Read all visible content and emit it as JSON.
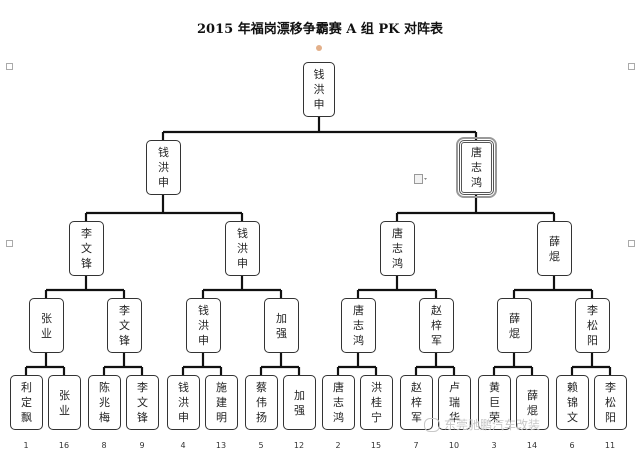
{
  "title": "2015 年福岗漂移争霸赛 A 组 PK 对阵表",
  "champion": "钱洪申",
  "semifinal": [
    "钱洪申",
    "唐志鸿"
  ],
  "quarterfinal": [
    "李文锋",
    "钱洪申",
    "唐志鸿",
    "薛焜"
  ],
  "round16": [
    "张业",
    "李文锋",
    "钱洪申",
    "加强",
    "唐志鸿",
    "赵梓军",
    "薛焜",
    "李松阳"
  ],
  "round32": [
    "利定飘",
    "张业",
    "陈兆梅",
    "李文锋",
    "钱洪申",
    "施建明",
    "蔡伟扬",
    "加强",
    "唐志鸿",
    "洪桂宁",
    "赵梓军",
    "卢瑞华",
    "黄巨荣",
    "薛焜",
    "赖锦文",
    "李松阳"
  ],
  "seeds": [
    "1",
    "16",
    "8",
    "9",
    "4",
    "13",
    "5",
    "12",
    "2",
    "15",
    "7",
    "10",
    "3",
    "14",
    "6",
    "11"
  ],
  "watermark": "东莞驰鹏汽车改装",
  "colors": {
    "line": "#111111",
    "box_border": "#333333",
    "text": "#222222"
  }
}
